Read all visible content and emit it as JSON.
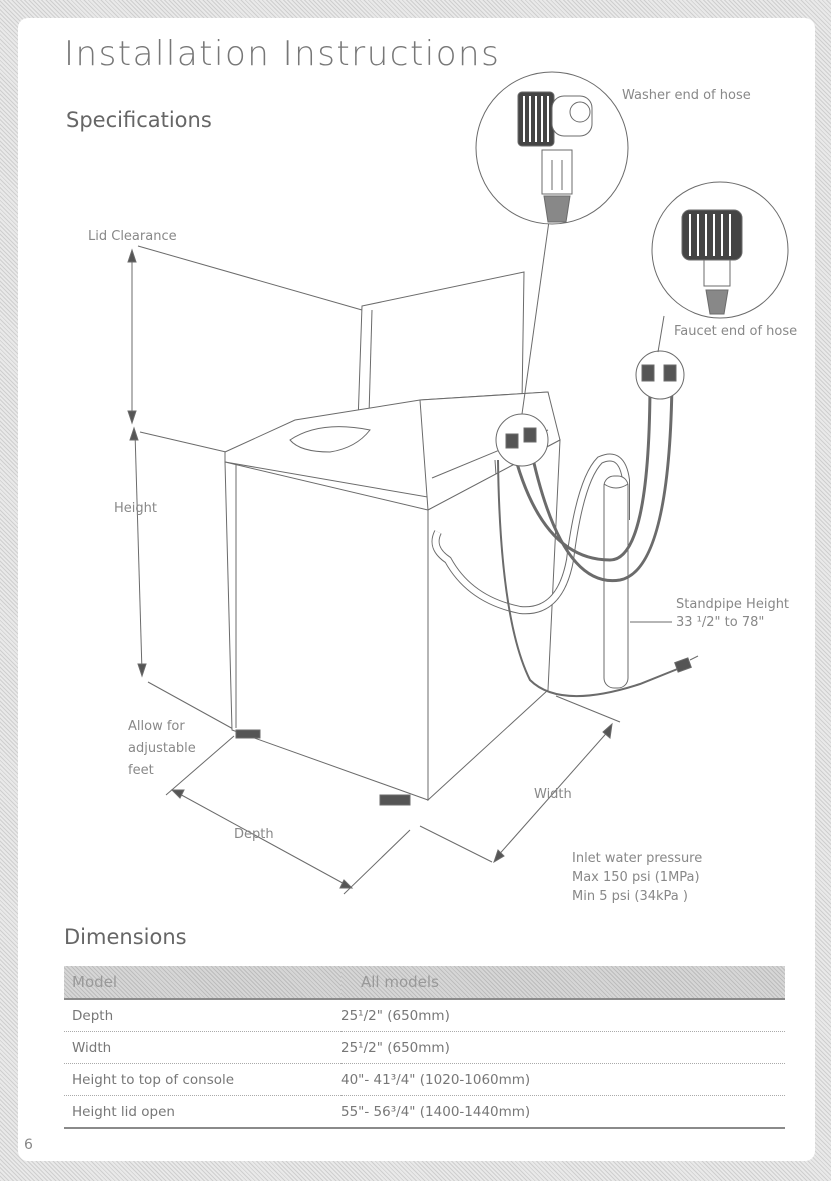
{
  "page": {
    "title": "Installation Instructions",
    "section_specifications": "Specifications",
    "section_dimensions": "Dimensions",
    "page_number": "6"
  },
  "diagram": {
    "label_lid_clearance": "Lid Clearance",
    "label_height": "Height",
    "label_allow_feet_1": "Allow for",
    "label_allow_feet_2": "adjustable",
    "label_allow_feet_3": "feet",
    "label_depth": "Depth",
    "label_width": "Width",
    "label_washer_end": "Washer end of hose",
    "label_faucet_end": "Faucet end of hose",
    "label_standpipe_1": "Standpipe Height",
    "label_standpipe_2": "33 ¹/2\" to 78\"",
    "label_pressure_1": "Inlet water pressure",
    "label_pressure_2": "Max 150 psi (1MPa)",
    "label_pressure_3": "Min 5 psi (34kPa )"
  },
  "table": {
    "header_model": "Model",
    "header_all": "All models",
    "rows": [
      {
        "name": "Depth",
        "value": "25¹/2\" (650mm)"
      },
      {
        "name": "Width",
        "value": "25¹/2\" (650mm)"
      },
      {
        "name": "Height to top of console",
        "value": "40\"- 41³/4\" (1020-1060mm)"
      },
      {
        "name": "Height lid open",
        "value": "55\"- 56³/4\" (1400-1440mm)"
      }
    ]
  },
  "colors": {
    "line": "#6b6b6b",
    "text": "#888888"
  }
}
